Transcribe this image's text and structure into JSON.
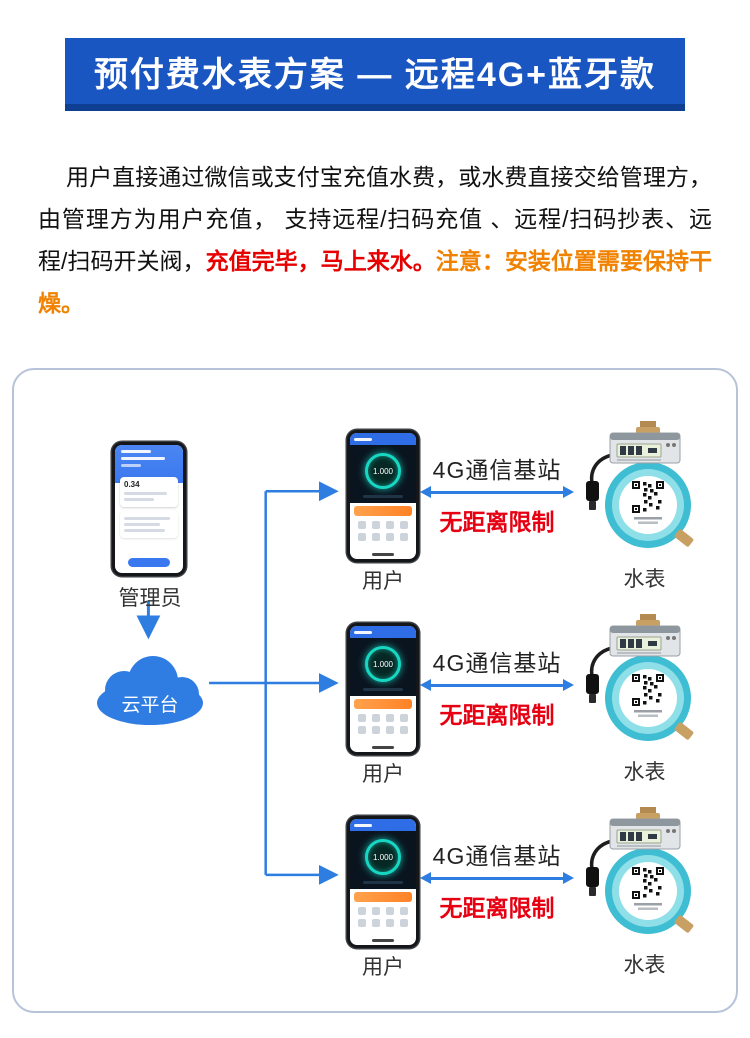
{
  "banner": {
    "title": "预付费水表方案 — 远程4G+蓝牙款"
  },
  "intro": {
    "text_black": "用户直接通过微信或支付宝充值水费，或水费直接交给管理方，由管理方为用户充值， 支持远程/扫码充值 、远程/扫码抄表、远程/扫码开关阀，",
    "text_red": "充值完毕，马上来水。",
    "text_orange": "注意：安装位置需要保持干燥。"
  },
  "diagram": {
    "admin": {
      "label": "管理员",
      "screen_value": "0.34"
    },
    "cloud": {
      "label": "云平台"
    },
    "user_phone": {
      "reading": "1.000"
    },
    "rows": [
      {
        "station": "4G通信基站",
        "limit": "无距离限制",
        "user_label": "用户",
        "meter_label": "水表"
      },
      {
        "station": "4G通信基站",
        "limit": "无距离限制",
        "user_label": "用户",
        "meter_label": "水表"
      },
      {
        "station": "4G通信基站",
        "limit": "无距离限制",
        "user_label": "用户",
        "meter_label": "水表"
      }
    ]
  },
  "colors": {
    "banner_blue": "#1a56c2",
    "banner_shadow": "#0f3f92",
    "accent_blue": "#2e7de0",
    "red": "#e60012",
    "orange": "#f08200",
    "meter_teal": "#3fbdd3"
  }
}
